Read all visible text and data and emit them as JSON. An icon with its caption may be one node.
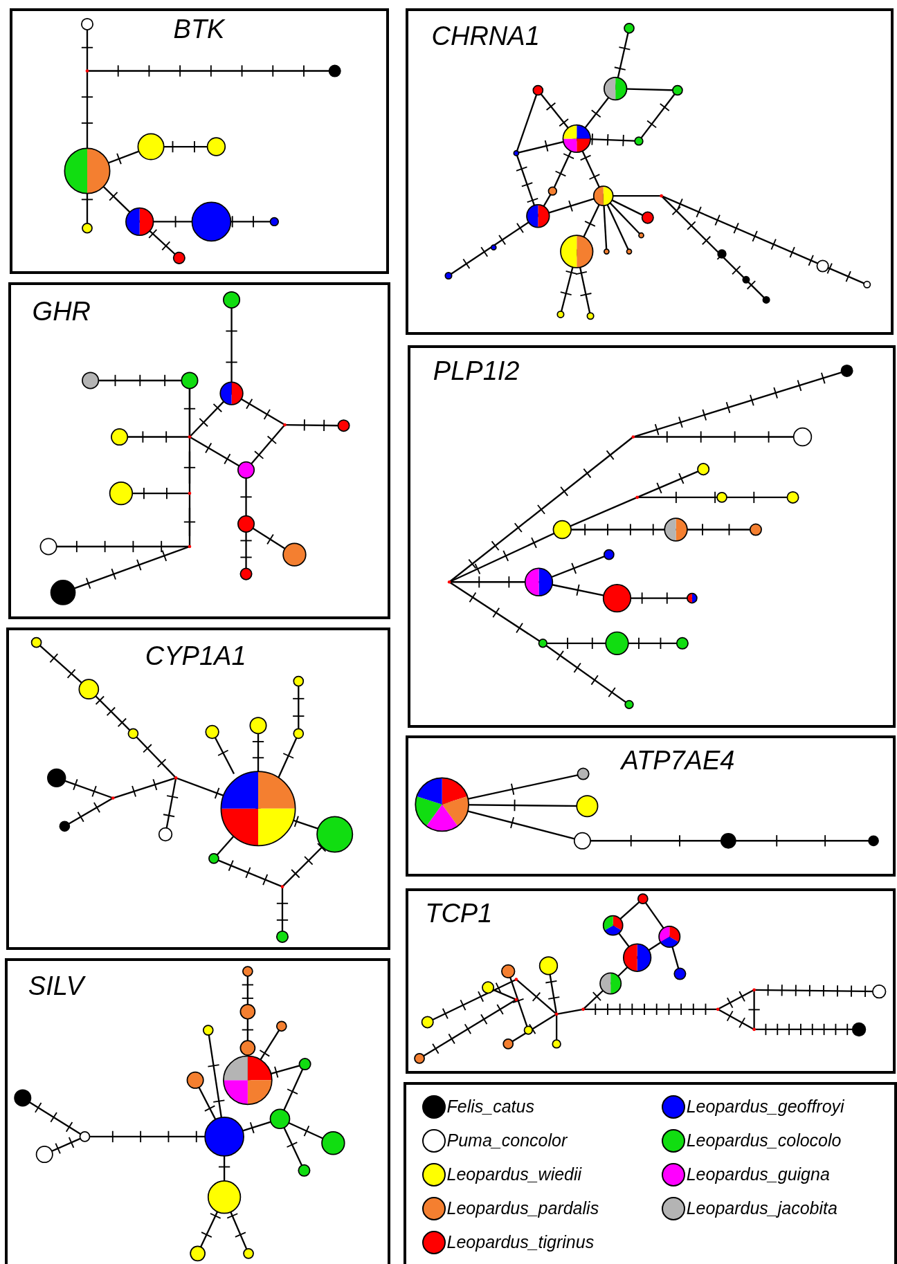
{
  "diagram": {
    "nodes": [
      {
        "text": [
          "BTK"
        ]
      },
      {
        "text": [
          "GHR"
        ]
      },
      {
        "text": [
          "CYP1A1"
        ]
      },
      {
        "text": [
          "SILV"
        ]
      },
      {
        "text": [
          "CHRNA1"
        ]
      },
      {
        "text": [
          "PLP1I2"
        ]
      },
      {
        "text": [
          "ATP7AE4"
        ]
      },
      {
        "text": [
          "TCP1"
        ]
      }
    ],
    "edges": [],
    "legend": [
      {
        "text": "Felis_catus",
        "color": "#000000"
      },
      {
        "text": "Puma_concolor",
        "color": "#ffffff"
      },
      {
        "text": "Leopardus_wiedii",
        "color": "#ffff00"
      },
      {
        "text": "Leopardus_pardalis",
        "color": "#f47f30"
      },
      {
        "text": "Leopardus_tigrinus",
        "color": "#ff0000"
      },
      {
        "text": "Leopardus_geoffroyi",
        "color": "#0000ff"
      },
      {
        "text": "Leopardus_colocolo",
        "color": "#11dd11"
      },
      {
        "text": "Leopardus_guigna",
        "color": "#ff00ff"
      },
      {
        "text": "Leopardus_jacobita",
        "color": "#b4b4b4"
      }
    ]
  }
}
